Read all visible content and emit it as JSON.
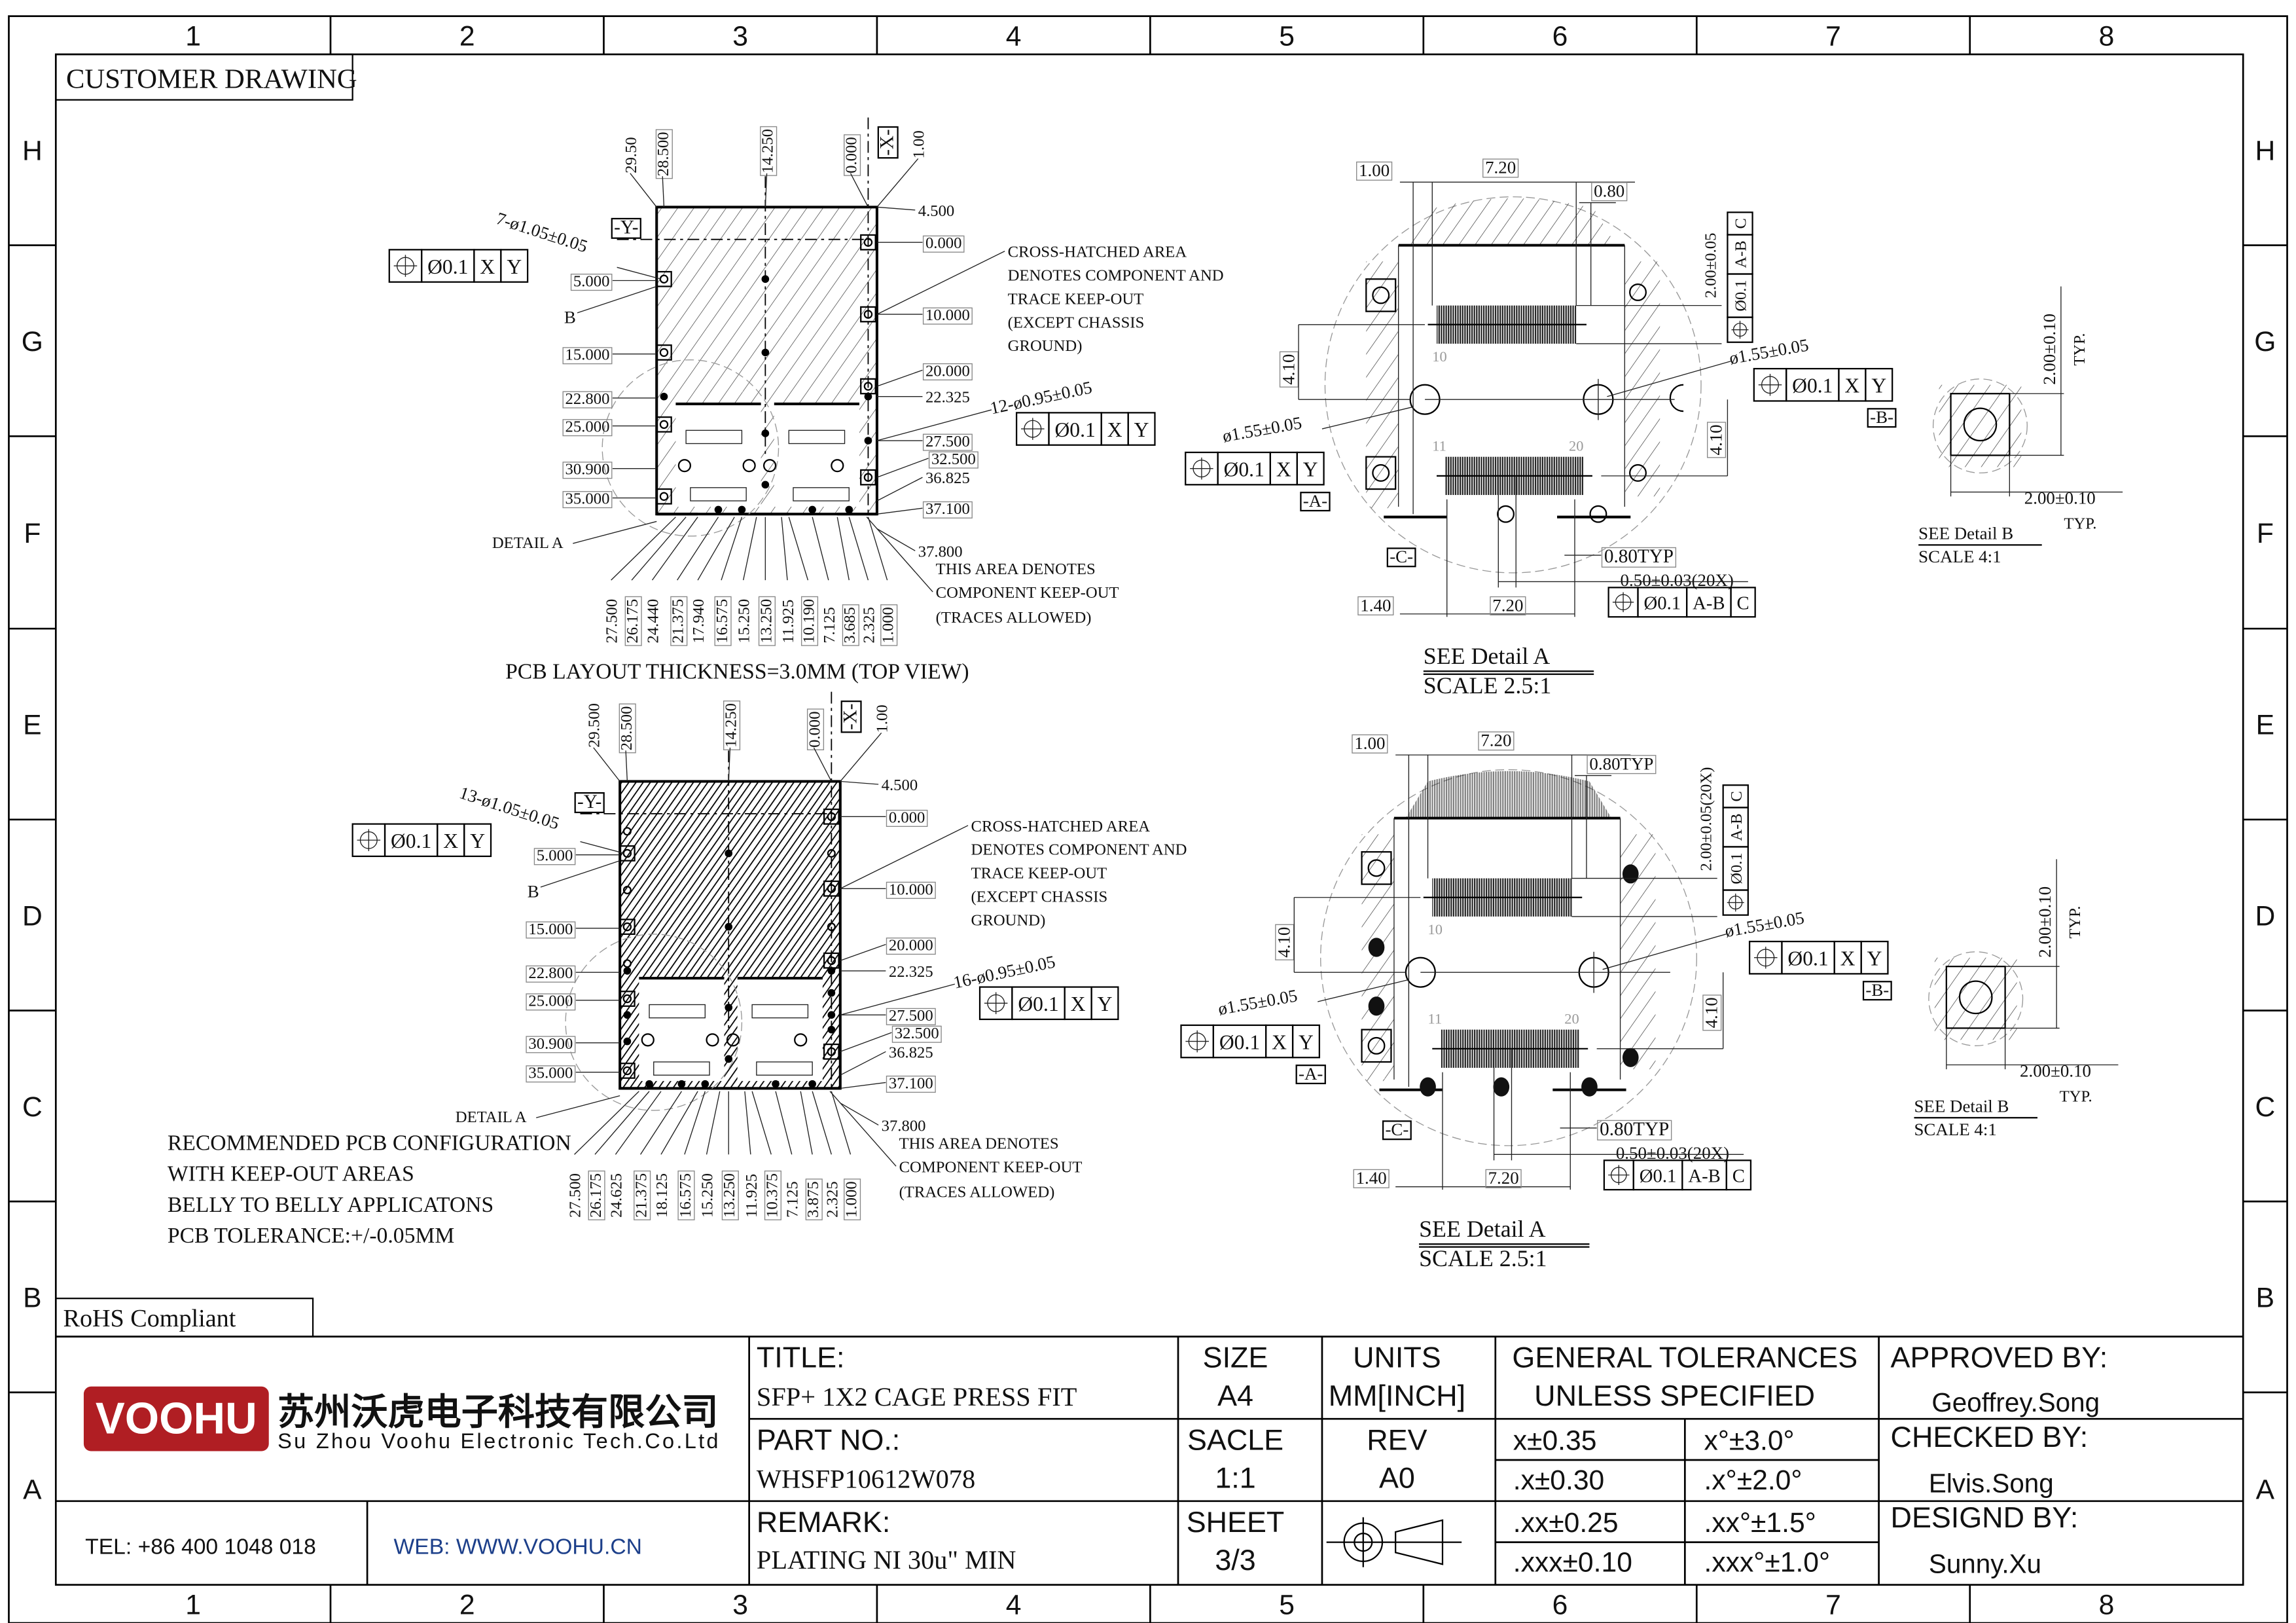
{
  "frame": {
    "columns": [
      "1",
      "2",
      "3",
      "4",
      "5",
      "6",
      "7",
      "8"
    ],
    "rows": [
      "H",
      "G",
      "F",
      "E",
      "D",
      "C",
      "B",
      "A"
    ]
  },
  "header": {
    "customer_drawing": "CUSTOMER DRAWING",
    "rohs": "RoHS Compliant"
  },
  "top_view": {
    "caption": "PCB LAYOUT THICKNESS=3.0MM (TOP VIEW)",
    "datum_y": "-Y-",
    "datum_x": "-X-",
    "top_dims": [
      "29.50",
      "28.500",
      "14.250",
      "0.000",
      "1.00"
    ],
    "left_dims": [
      "5.000",
      "15.000",
      "22.800",
      "25.000",
      "30.900",
      "35.000"
    ],
    "right_dims": [
      "4.500",
      "0.000",
      "10.000",
      "20.000",
      "22.325",
      "27.500",
      "32.500",
      "36.825",
      "37.100",
      "37.800"
    ],
    "bottom_dims": [
      "27.500",
      "26.175",
      "24.440",
      "21.375",
      "17.940",
      "16.575",
      "15.250",
      "13.250",
      "11.925",
      "10.190",
      "7.125",
      "3.685",
      "2.325",
      "1.000"
    ],
    "hole_callout_1": "7-ø1.05±0.05",
    "fcf_1": [
      "Ø0.1",
      "X",
      "Y"
    ],
    "hole_callout_2": "12-ø0.95±0.05",
    "fcf_2": [
      "Ø0.1",
      "X",
      "Y"
    ],
    "label_b": "B",
    "detail_a": "DETAIL A",
    "note_crosshatch": [
      "CROSS-HATCHED AREA",
      "DENOTES COMPONENT AND",
      "TRACE KEEP-OUT",
      "(EXCEPT CHASSIS",
      "GROUND)"
    ],
    "note_keepout": [
      "THIS AREA DENOTES",
      "COMPONENT KEEP-OUT",
      "(TRACES ALLOWED)"
    ]
  },
  "bottom_view": {
    "datum_y": "-Y-",
    "datum_x": "-X-",
    "top_dims": [
      "29.500",
      "28.500",
      "14.250",
      "0.000",
      "1.00"
    ],
    "left_dims": [
      "5.000",
      "15.000",
      "22.800",
      "25.000",
      "30.900",
      "35.000"
    ],
    "right_dims": [
      "4.500",
      "0.000",
      "10.000",
      "20.000",
      "22.325",
      "27.500",
      "32.500",
      "36.825",
      "37.100",
      "37.800"
    ],
    "bottom_dims": [
      "27.500",
      "26.175",
      "24.625",
      "21.375",
      "18.125",
      "16.575",
      "15.250",
      "13.250",
      "11.925",
      "10.375",
      "7.125",
      "3.875",
      "2.325",
      "1.000"
    ],
    "hole_callout_1": "13-ø1.05±0.05",
    "fcf_1": [
      "Ø0.1",
      "X",
      "Y"
    ],
    "hole_callout_2": "16-ø0.95±0.05",
    "fcf_2": [
      "Ø0.1",
      "X",
      "Y"
    ],
    "label_b": "B",
    "detail_a": "DETAIL A",
    "note_crosshatch": [
      "CROSS-HATCHED AREA",
      "DENOTES COMPONENT AND",
      "TRACE KEEP-OUT",
      "(EXCEPT CHASSIS",
      "GROUND)"
    ],
    "note_keepout": [
      "THIS AREA DENOTES",
      "COMPONENT KEEP-OUT",
      "(TRACES ALLOWED)"
    ]
  },
  "recommend_note": [
    "RECOMMENDED PCB CONFIGURATION",
    "WITH KEEP-OUT AREAS",
    "BELLY TO BELLY APPLICATONS",
    "PCB TOLERANCE:+/-0.05MM"
  ],
  "detail_top": {
    "dim_1_00": "1.00",
    "dim_7_20_top": "7.20",
    "dim_0_80_top": "0.80",
    "pos_tol_vertical": "2.00±0.05",
    "fcf_vert": [
      "Ø0.1",
      "A-B",
      "C"
    ],
    "dim_4_10_left": "4.10",
    "dim_4_10_right": "4.10",
    "hole_left": "ø1.55±0.05",
    "hole_right": "ø1.55±0.05",
    "fcf_a": [
      "Ø0.1",
      "X",
      "Y"
    ],
    "datum_a": "-A-",
    "fcf_b": [
      "Ø0.1",
      "X",
      "Y"
    ],
    "datum_b": "-B-",
    "datum_c": "-C-",
    "dim_0_80_typ": "0.80TYP",
    "pitch": "0.50±0.03(20X)",
    "fcf_pitch": [
      "Ø0.1",
      "A-B",
      "C"
    ],
    "dim_1_40": "1.40",
    "dim_7_20_bottom": "7.20",
    "pin_labels": [
      "10",
      "11",
      "20"
    ],
    "see": "SEE Detail A",
    "scale": "SCALE 2.5:1",
    "detail_b": {
      "dim_v": "2.00±0.10",
      "typ_v": "TYP.",
      "dim_h": "2.00±0.10",
      "typ_h": "TYP.",
      "see": "SEE Detail B",
      "scale": "SCALE 4:1"
    }
  },
  "detail_bottom": {
    "dim_1_00": "1.00",
    "dim_7_20_top": "7.20",
    "dim_0_80_top": "0.80TYP",
    "pos_tol_vertical": "2.00±0.05(20X)",
    "fcf_vert": [
      "Ø0.1",
      "A-B",
      "C"
    ],
    "dim_4_10_left": "4.10",
    "dim_4_10_right": "4.10",
    "hole_left": "ø1.55±0.05",
    "hole_right": "ø1.55±0.05",
    "fcf_a": [
      "Ø0.1",
      "X",
      "Y"
    ],
    "datum_a": "-A-",
    "fcf_b": [
      "Ø0.1",
      "X",
      "Y"
    ],
    "datum_b": "-B-",
    "datum_c": "-C-",
    "dim_0_80_typ": "0.80TYP",
    "pitch": "0.50±0.03(20X)",
    "fcf_pitch": [
      "Ø0.1",
      "A-B",
      "C"
    ],
    "dim_1_40": "1.40",
    "dim_7_20_bottom": "7.20",
    "pin_labels": [
      "10",
      "11",
      "20"
    ],
    "see": "SEE Detail A",
    "scale": "SCALE 2.5:1",
    "detail_b": {
      "dim_v": "2.00±0.10",
      "typ_v": "TYP.",
      "dim_h": "2.00±0.10",
      "typ_h": "TYP.",
      "see": "SEE Detail B",
      "scale": "SCALE 4:1"
    }
  },
  "title_block": {
    "logo_text": "VOOHU",
    "company_cn": "苏州沃虎电子科技有限公司",
    "company_en": "Su Zhou Voohu Electronic Tech.Co.Ltd",
    "tel": "TEL: +86 400 1048 018",
    "web": "WEB: WWW.VOOHU.CN",
    "title_label": "TITLE:",
    "title_value": "SFP+ 1X2 CAGE PRESS FIT",
    "part_label": "PART NO.:",
    "part_value": "WHSFP10612W078",
    "remark_label": "REMARK:",
    "remark_value": "PLATING NI 30u\" MIN",
    "size_label": "SIZE",
    "size_value": "A4",
    "units_label": "UNITS",
    "units_value": "MM[INCH]",
    "scale_label": "SACLE",
    "scale_value": "1:1",
    "rev_label": "REV",
    "rev_value": "A0",
    "sheet_label": "SHEET",
    "sheet_value": "3/3",
    "tol_title_1": "GENERAL TOLERANCES",
    "tol_title_2": "UNLESS SPECIFIED",
    "tolerances": [
      [
        "x±0.35",
        "x°±3.0°"
      ],
      [
        ".x±0.30",
        ".x°±2.0°"
      ],
      [
        ".xx±0.25",
        ".xx°±1.5°"
      ],
      [
        ".xxx±0.10",
        ".xxx°±1.0°"
      ]
    ],
    "approved_label": "APPROVED BY:",
    "approved_value": "Geoffrey.Song",
    "checked_label": "CHECKED BY:",
    "checked_value": "Elvis.Song",
    "designed_label": "DESIGND BY:",
    "designed_value": "Sunny.Xu",
    "logo_color": "#b01e23",
    "web_color": "#1c3f8a"
  }
}
